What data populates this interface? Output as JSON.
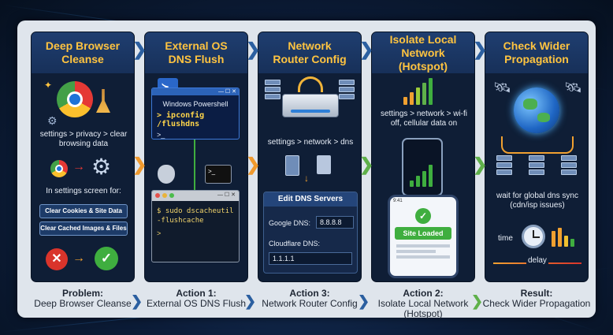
{
  "cards": [
    {
      "title": "Deep Browser\nCleanse",
      "caption_title": "Problem:",
      "caption": "Deep Browser Cleanse",
      "text1": "settings > privacy > clear browsing data",
      "text2": "In settings screen for:",
      "btn1": "Clear Cookies & Site Data",
      "btn2": "Clear Cached Images & Files"
    },
    {
      "title": "External OS\nDNS Flush",
      "caption_title": "Action 1:",
      "caption": "External OS DNS Flush",
      "ps_title": "Windows Powershell",
      "ps_cmd": "> ipconfig /flushdns",
      "ps_prompt": ">_",
      "mac_line1": "$ sudo dscacheutil",
      "mac_line2": "-flushcache",
      "mac_prompt": ">",
      "term_prompt": ">_"
    },
    {
      "title": "Network\nRouter Config",
      "caption_title": "Action 3:",
      "caption": "Network Router Config",
      "text1": "settings > network > dns",
      "panel_title": "Edit DNS Servers",
      "label1": "Google DNS:",
      "value1": "8.8.8.8",
      "label2": "Cloudflare DNS:",
      "value2": "1.1.1.1"
    },
    {
      "title": "Isolate Local\nNetwork (Hotspot)",
      "caption_title": "Action 2:",
      "caption": "Isolate Local Network (Hotspot)",
      "text1": "settings > network > wi-fi off, cellular data on",
      "phone_time": "9:41",
      "badge": "Site Loaded"
    },
    {
      "title": "Check Wider\nPropagation",
      "caption_title": "Result:",
      "caption": "Check Wider Propagation",
      "text1": "wait for global dns sync (cdn/isp issues)",
      "label_time": "time",
      "label_delay": "delay"
    }
  ],
  "colors": {
    "accent": "#ffc440",
    "ok": "#3fae3f",
    "error": "#d9342b"
  }
}
